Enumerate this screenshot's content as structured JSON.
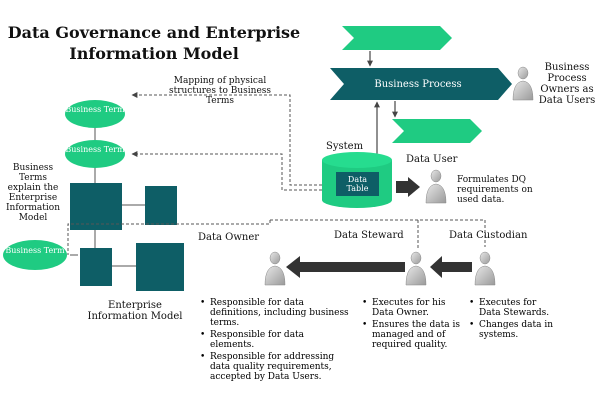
{
  "title": "Data Governance and Enterprise Information Model",
  "labels": {
    "mapping": "Mapping of physical structures to Business Terms",
    "business_term": "Business Term",
    "business_terms_explain": "Business Terms explain the Enterprise Information Model",
    "enterprise_information_model": "Enterprise Information Model",
    "business_process": "Business Process",
    "business_process_owners": "Business Process Owners as Data Users",
    "system": "System",
    "data_table": "Data Table",
    "data_user": "Data User",
    "data_user_role": "Formulates DQ requirements on used data.",
    "data_owner": "Data Owner",
    "data_steward": "Data Steward",
    "data_custodian": "Data Custodian"
  },
  "data_owner_duties": [
    "Responsible for data definitions, including business terms.",
    "Responsible for data elements.",
    "Responsible for addressing data quality requirements, accepted by Data Users."
  ],
  "data_steward_duties": [
    "Executes for his Data Owner.",
    "Ensures the data is managed and of required quality."
  ],
  "data_custodian_duties": [
    "Executes for Data Stewards.",
    "Changes data in systems."
  ],
  "colors": {
    "teal": "#0e5e66",
    "green": "#1fcb82",
    "arrow_dark": "#333333",
    "person": "#bfbfbf"
  },
  "icons": [
    "person-icon",
    "database-icon",
    "chevron-arrow-icon",
    "block-arrow-icon"
  ]
}
